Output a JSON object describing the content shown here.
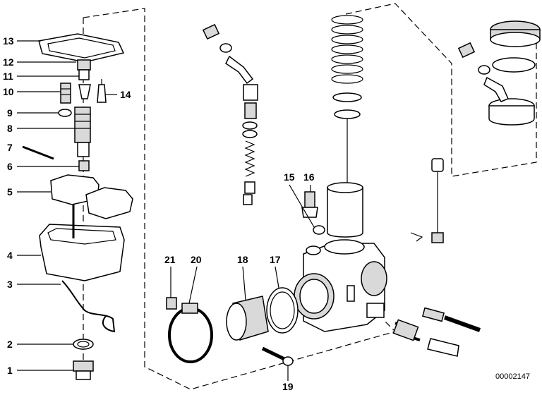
{
  "diagram": {
    "labels": [
      {
        "id": "1",
        "text": "1"
      },
      {
        "id": "2",
        "text": "2"
      },
      {
        "id": "3",
        "text": "3"
      },
      {
        "id": "4",
        "text": "4"
      },
      {
        "id": "5",
        "text": "5"
      },
      {
        "id": "6",
        "text": "6"
      },
      {
        "id": "7",
        "text": "7"
      },
      {
        "id": "8",
        "text": "8"
      },
      {
        "id": "9",
        "text": "9"
      },
      {
        "id": "10",
        "text": "10"
      },
      {
        "id": "11",
        "text": "11"
      },
      {
        "id": "12",
        "text": "12"
      },
      {
        "id": "13",
        "text": "13"
      },
      {
        "id": "14",
        "text": "14"
      },
      {
        "id": "15",
        "text": "15"
      },
      {
        "id": "16",
        "text": "16"
      },
      {
        "id": "17",
        "text": "17"
      },
      {
        "id": "18",
        "text": "18"
      },
      {
        "id": "19",
        "text": "19"
      },
      {
        "id": "20",
        "text": "20"
      },
      {
        "id": "21",
        "text": "21"
      }
    ],
    "drawing_code": "00002147"
  }
}
